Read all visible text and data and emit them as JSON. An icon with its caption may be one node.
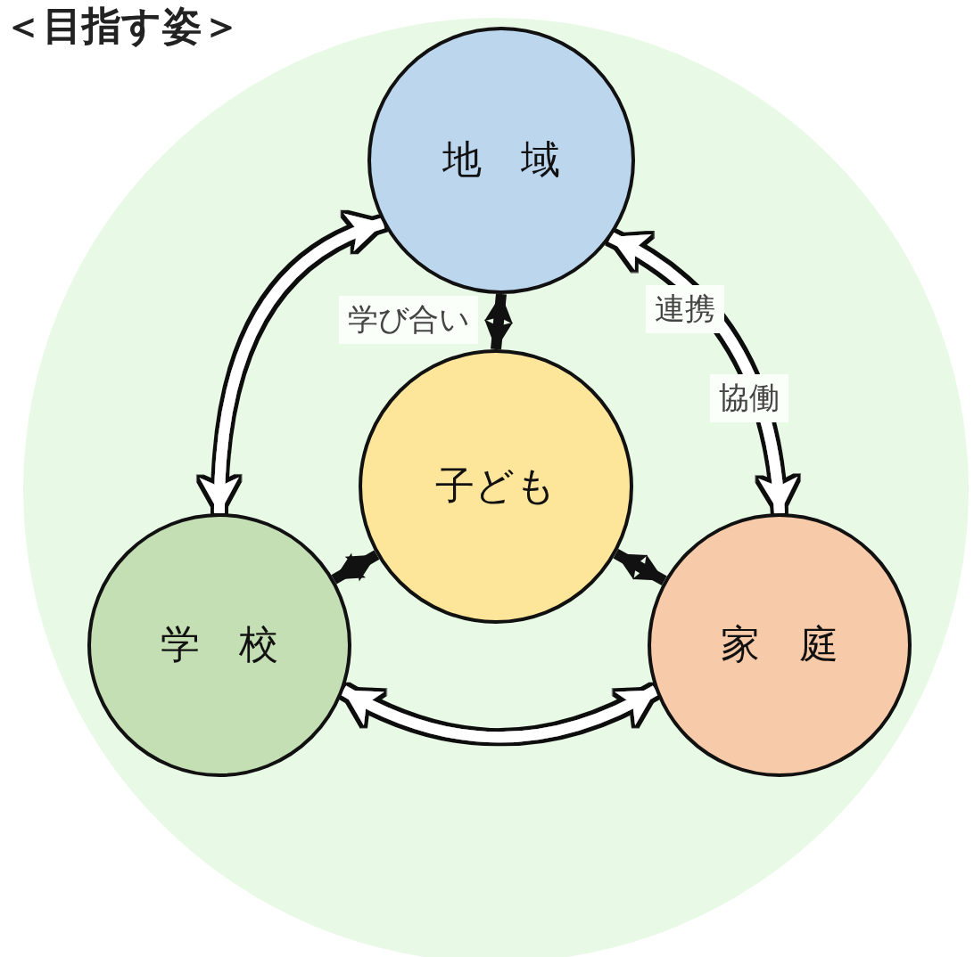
{
  "diagram": {
    "title": "＜目指す姿＞",
    "nodes": [
      {
        "text": [
          "地　域"
        ]
      },
      {
        "text": [
          "子ども"
        ]
      },
      {
        "text": [
          "学　校"
        ]
      },
      {
        "text": [
          "家　庭"
        ]
      }
    ],
    "edges": [
      {
        "from": 0,
        "to": 1,
        "arrow": "both",
        "label": "学び合い"
      },
      {
        "from": 1,
        "to": 2,
        "arrow": "both"
      },
      {
        "from": 1,
        "to": 3,
        "arrow": "both"
      },
      {
        "from": 0,
        "to": 2,
        "arrow": "both",
        "color": "#ffffff"
      },
      {
        "from": 2,
        "to": 3,
        "arrow": "both",
        "color": "#ffffff"
      },
      {
        "from": 0,
        "to": 3,
        "arrow": "both",
        "color": "#ffffff",
        "label": "連携"
      }
    ],
    "labels": [
      "協働"
    ]
  }
}
